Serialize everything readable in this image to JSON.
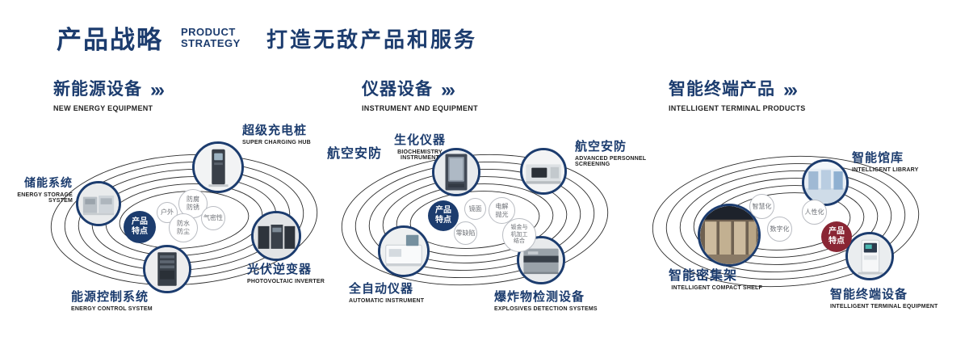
{
  "header": {
    "title": "产品战略",
    "subtitle_line1": "PRODUCT",
    "subtitle_line2": "STRATEGY",
    "tagline": "打造无敌产品和服务",
    "arrow_icon": "›››"
  },
  "colors": {
    "navy": "#1c3c6e",
    "badge_red": "#8a2634",
    "ring": "#2b2b2b",
    "tag_border": "#b9bcc2"
  },
  "sections": [
    {
      "title": "新能源设备",
      "subtitle": "NEW ENERGY EQUIPMENT",
      "badge": "产品特点",
      "tags": [
        "户外",
        "防腐防锈",
        "气密性",
        "防水防尘"
      ],
      "items": [
        {
          "name": "储能系统",
          "en": "ENERGY STORAGE SYSTEM"
        },
        {
          "name": "超级充电桩",
          "en": "SUPER CHARGING HUB"
        },
        {
          "name": "光伏逆变器",
          "en": "PHOTOVOLTAIC INVERTER"
        },
        {
          "name": "能源控制系统",
          "en": "ENERGY CONTROL SYSTEM"
        }
      ]
    },
    {
      "title": "仪器设备",
      "subtitle": "INSTRUMENT AND EQUIPMENT",
      "badge": "产品特点",
      "extra_label": "航空安防",
      "tags": [
        "镜面",
        "电解抛光",
        "零缺陷",
        "钣金与机加工结合"
      ],
      "items": [
        {
          "name": "生化仪器",
          "en": "BIOCHEMISTRY INSTRUMENT"
        },
        {
          "name": "航空安防",
          "en": "ADVANCED PERSONNEL SCREENING"
        },
        {
          "name": "全自动仪器",
          "en": "AUTOMATIC INSTRUMENT"
        },
        {
          "name": "爆炸物检测设备",
          "en": "EXPLOSIVES DETECTION SYSTEMS"
        }
      ]
    },
    {
      "title": "智能终端产品",
      "subtitle": "INTELLIGENT TERMINAL PRODUCTS",
      "badge": "产品特点",
      "tags": [
        "智慧化",
        "人性化",
        "数字化"
      ],
      "items": [
        {
          "name": "智能馆库",
          "en": "INTELLIGENT LIBRARY"
        },
        {
          "name": "智能密集架",
          "en": "INTELLIGENT COMPACT SHELF"
        },
        {
          "name": "智能终端设备",
          "en": "INTELLIGENT TERMINAL EQUIPMENT"
        }
      ]
    }
  ]
}
